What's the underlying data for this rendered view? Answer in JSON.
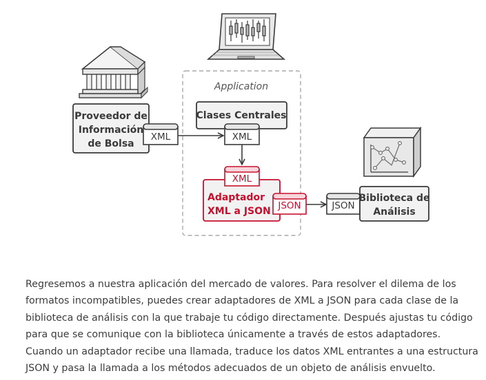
{
  "diagram": {
    "app_label": "Application",
    "stock_provider": {
      "line1": "Proveedor de",
      "line2": "Información",
      "line3": "de Bolsa",
      "tag": "XML"
    },
    "core_classes": {
      "label": "Clases Centrales",
      "tag": "XML"
    },
    "adapter": {
      "tag_top": "XML",
      "line1": "Adaptador",
      "line2": "XML a JSON",
      "tag_right": "JSON"
    },
    "analytics": {
      "tag": "JSON",
      "line1": "Biblioteca de",
      "line2": "Análisis"
    },
    "icons": {
      "provider": "stock-exchange-building-icon",
      "app": "laptop-chart-icon",
      "analytics": "analytics-box-icon"
    },
    "colors": {
      "accent_red": "#c8102e",
      "box_fill": "#f2f2f2",
      "stroke": "#3a3a3a"
    }
  },
  "paragraph": "Regresemos a nuestra aplicación del mercado de valores. Para resolver el dilema de los formatos incompatibles, puedes crear adaptadores de XML a JSON para cada clase de la biblioteca de análisis con la que trabaje tu código directamente. Después ajustas tu código para que se comunique con la biblioteca únicamente a través de estos adaptadores. Cuando un adaptador recibe una llamada, traduce los datos XML entrantes a una estructura JSON y pasa la llamada a los métodos adecuados de un objeto de análisis envuelto."
}
